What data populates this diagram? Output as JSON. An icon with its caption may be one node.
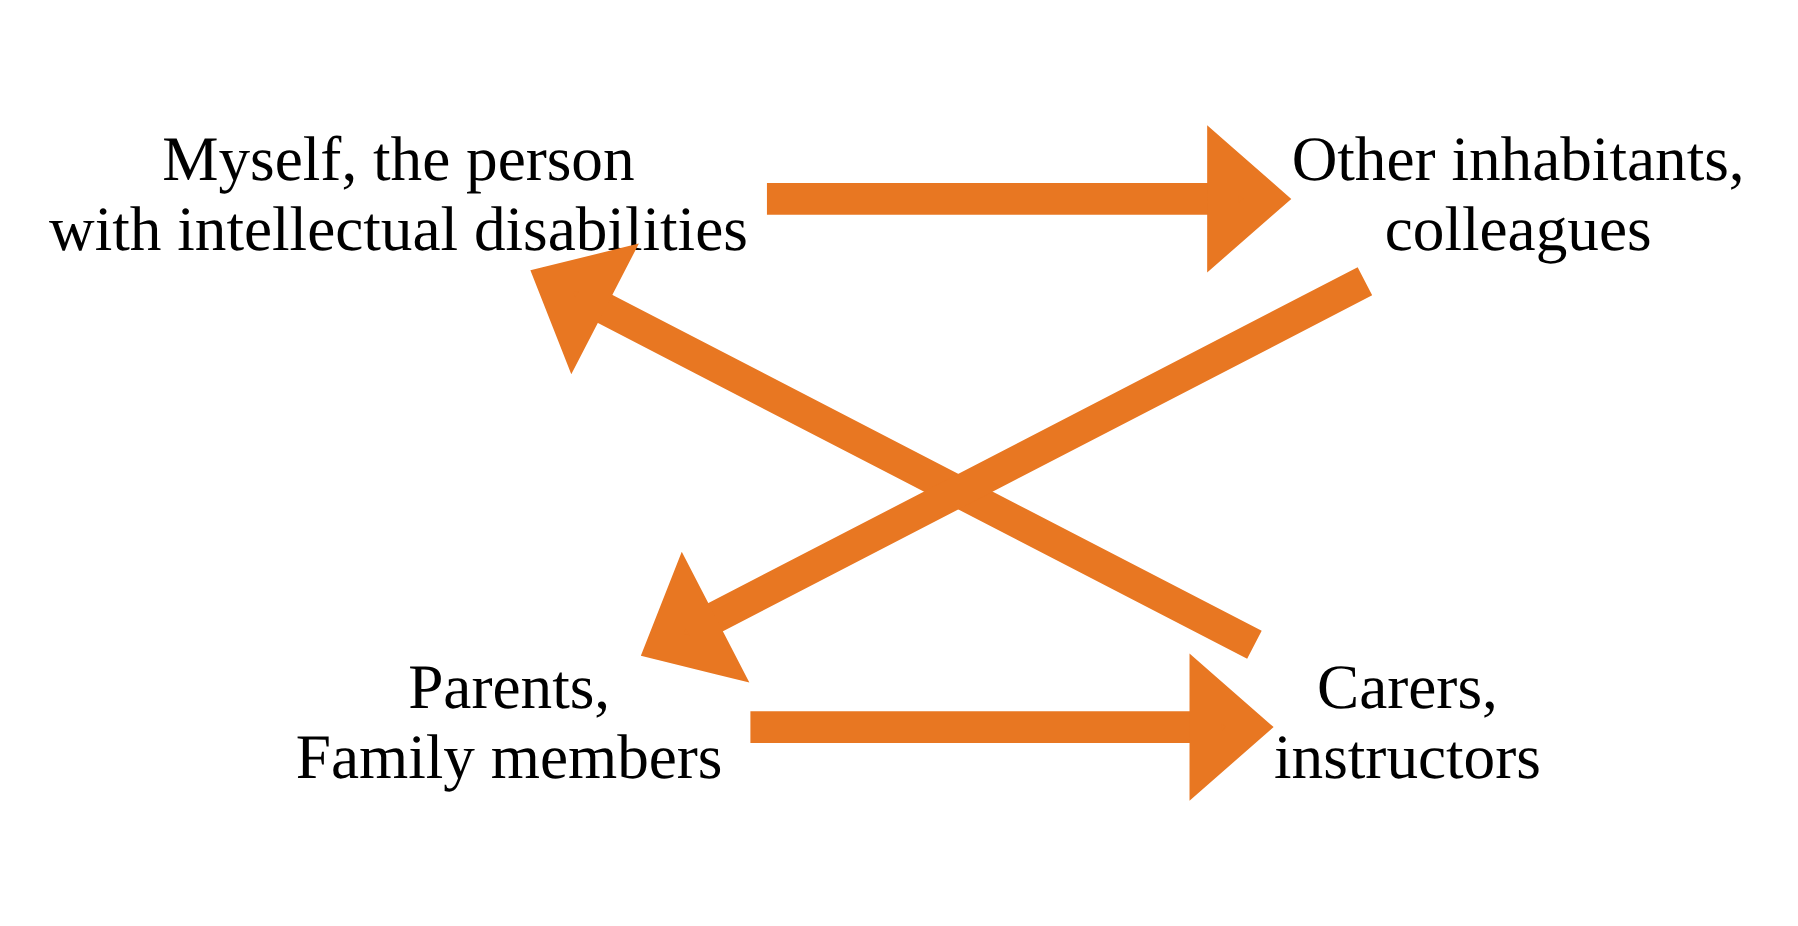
{
  "diagram": {
    "nodes": [
      {
        "text": [
          "Myself, the person with intellectual disabilities"
        ]
      },
      {
        "text": [
          "Other inhabitants, colleagues"
        ]
      },
      {
        "text": [
          "Parents, Family members"
        ]
      },
      {
        "text": [
          "Carers, instructors"
        ]
      }
    ],
    "edges": [
      {
        "from": 0,
        "to": 1,
        "arrow": "to"
      },
      {
        "from": 1,
        "to": 2,
        "arrow": "to"
      },
      {
        "from": 2,
        "to": 3,
        "arrow": "to"
      },
      {
        "from": 3,
        "to": 0,
        "arrow": "to"
      }
    ]
  }
}
